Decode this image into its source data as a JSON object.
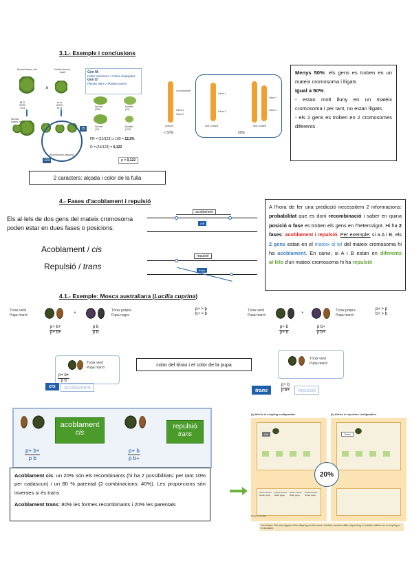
{
  "sections": {
    "s31": "3.1.- Exemple i conclusions",
    "s4": "4.- Fases d'acoblament i repulsió",
    "s41_prefix": "4.1.- Exemple: Mosca australiana (",
    "s41_species": "Lucilia cuprina",
    "s41_suffix": ")"
  },
  "plants": {
    "p1": "Normal leaves, tall",
    "p2": "Mottled leaves, dwarf",
    "p3": "Normal leaves, tall",
    "g_a": "M D",
    "g_b": "m d",
    "g_c": "M D",
    "g_d": "m d",
    "off1": "Normal leaves, tall",
    "off2": "Mottled leaves, dwarf",
    "off3": "Normal leaves, dwarf",
    "off4": "Mottled leaves, tall",
    "n1": "15",
    "n2": "123",
    "caption": "Recombinant offspring"
  },
  "genm": {
    "title_m": "Gen M:",
    "line1": "Fulles uniformes > Fulles clapejades",
    "title_d": "Gen D:",
    "line2": "Plantes altes > Plantes nanes",
    "leaf_labels": [
      "Normal",
      "Mottled",
      "Normal",
      "Mottled"
    ],
    "leaf_counts": [
      "(280)",
      "(10)",
      "(13)",
      "(102)"
    ],
    "fr": "FR = (15/123) x 100 = ",
    "fr_val": "12,2%",
    "d": "D = (15/123) = ",
    "d_val": "0,122",
    "p": "p = ",
    "p_val": "0,122"
  },
  "caption1": "2 caràcters: alçada i color de la fulla",
  "linkage": {
    "chrom_label": "Chromosome",
    "gene1": "Gene 1",
    "gene2": "Gene 2",
    "labels": [
      "Linked",
      "Not Linked",
      "Not Linked"
    ],
    "pct": [
      "< 50%",
      "50%"
    ]
  },
  "box1": {
    "l1a": "Menys 50%",
    "l1b": ": els gens es troben en un mateix cromosoma i lligats",
    "l2": "Igual a 50%",
    "l2b": ":",
    "l3": "- estan molt lluny en un mateix cromosoma i per tant, no estan lligats",
    "l4": "- els 2 gens es troben en 2 cromosomes diferents"
  },
  "alleles": {
    "intro": "Els al·lels de dos gens del mateix cromosoma poden estar en dues fases o posicions:",
    "cis": "Acoblament / ",
    "cis_it": "cis",
    "trans": "Repulsió / ",
    "trans_it": "trans",
    "tag1": "acoblament",
    "tag2": "repulsió",
    "mark1": "A/B",
    "mark2": "trans"
  },
  "box2": {
    "t1": "A l'hora de fer una predicció necessitem 2 informacions: ",
    "t2": "probabilitat",
    "t3": " que es doni ",
    "t4": "recombinació",
    "t5": " i saber en quina ",
    "t6": "posició o fase",
    "t7": " es troben els gens en l'heterozigot. Hi ha ",
    "t8": "2 fases",
    "t9": ": ",
    "t10": "acoblament",
    "t11": " i ",
    "t12": "repulsió",
    "t13": ". ",
    "t14": "Per exemple:",
    "t15": " si a A i B, els ",
    "t16": "2 gens",
    "t17": " estan en el ",
    "t18": "mateix al·lel",
    "t19": " del mateix cromosoma hi ha ",
    "t20": "acoblament",
    "t21": ". En canvi, si A i B estan en ",
    "t22": "diferents al·lels",
    "t23": " d'un mateix cromosoma hi ha ",
    "t24": "repulsió"
  },
  "fly": {
    "left_p1": "Tòrax verd",
    "left_p2": "Pupa marró",
    "left_p3": "Tòrax porpra",
    "left_p4": "Pupa negra",
    "geno_l1_top": "p+ b+",
    "geno_l1_bot": "p+ b+",
    "geno_l2_top": "p  b",
    "geno_l2_bot": "p  b",
    "geno_child_top": "p+ b+",
    "geno_child_bot": "p  b",
    "child1": "Tòrax verd",
    "child2": "Pupa marró",
    "cis": "cis",
    "acob": "acoblament",
    "mid_caption": "color del tòrax i el color de la pupa",
    "right_p1": "Tòrax verd",
    "right_p2": "Pupa marró",
    "right_p3": "Tòrax porpra",
    "right_p4": "Pupa marró",
    "rg1_top": "p+ > p",
    "rg1_bot": "b+ > b",
    "rg_l_top": "p+ b",
    "rg_l_bot": "p+ b",
    "rg_r_top": "p  b+",
    "rg_r_bot": "p  b+",
    "rg3_top": "p+ > p",
    "rg3_bot": "b+ > b",
    "rchild1": "Tòrax verd",
    "rchild2": "Pupa marró",
    "rchild_top": "p+ b",
    "rchild_bot": "p  b+",
    "trans": "trans",
    "rep": "repulsió"
  },
  "green": {
    "acob": "acoblament",
    "cis": "cis",
    "rep": "repulsió",
    "trans": "trans",
    "g1_top": "p+ b+",
    "g1_bot": "p  b",
    "g2_top": "p+ b",
    "g2_bot": "p  b+"
  },
  "box3": {
    "l1a": "Acoblament cis",
    "l1b": ": un 20% són els recombinants (hi ha 2 possibilitats: per tant 10% per cadascun) i un 80 % parental (2 combinacions: 40%). Les proporcions són inverses si és trans",
    "l2a": "Acoblament trans",
    "l2b": ": 80% les formes recombinants i 20% les parentals"
  },
  "cross_fig": {
    "title_a": "(a) Alleles in coupling configuration",
    "title_b": "(b) Alleles in repulsion configuration",
    "cis": "Cis",
    "trans": "Trans",
    "pct": "20%",
    "footer": "Conclusion: The phenotypes of the offspring are the same, but their numbers differ, depending on whether alleles are in coupling or in repulsion.",
    "progeny": "Progeny number",
    "off": [
      "Green thorax, brown pupa",
      "Purple thorax, black pupa",
      "Green thorax, black pupa",
      "Purple thorax, brown pupa"
    ]
  },
  "colors": {
    "blue_tag": "#1f5ea8",
    "green_tag": "#4a9b2a",
    "red": "#e02020",
    "blue": "#3a7fc4",
    "green": "#5fa030",
    "circle": "#2a5a8a",
    "orange": "#f0a030"
  }
}
